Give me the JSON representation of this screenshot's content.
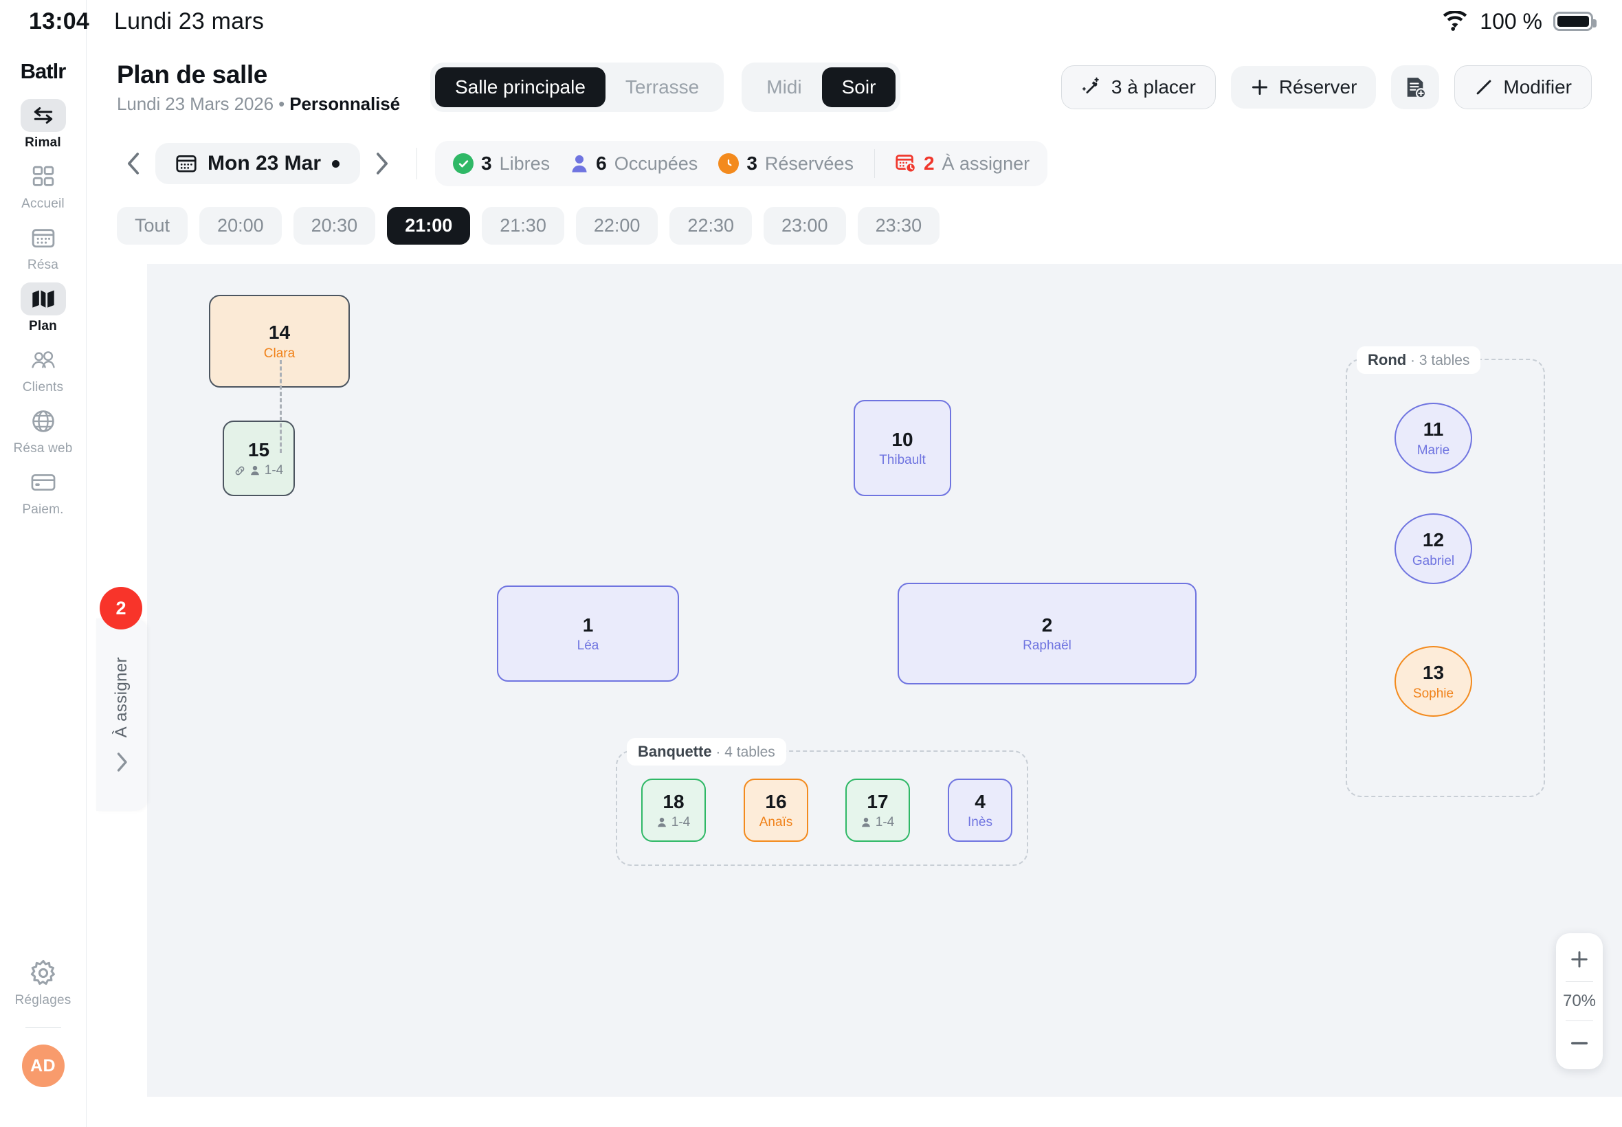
{
  "statusbar": {
    "time": "13:04",
    "date": "Lundi 23 mars",
    "battery_pct": "100 %",
    "wifi_icon": "wifi-icon",
    "battery_icon": "battery-full-icon"
  },
  "sidebar": {
    "logo": "Batlr",
    "items": [
      {
        "label": "Rimal",
        "icon": "switch-arrows-icon",
        "active": true
      },
      {
        "label": "Accueil",
        "icon": "grid-icon",
        "active": false
      },
      {
        "label": "Résa",
        "icon": "calendar-icon",
        "active": false
      },
      {
        "label": "Plan",
        "icon": "map-icon",
        "active": true
      },
      {
        "label": "Clients",
        "icon": "people-icon",
        "active": false
      },
      {
        "label": "Résa web",
        "icon": "globe-icon",
        "active": false
      },
      {
        "label": "Paiem.",
        "icon": "credit-card-icon",
        "active": false
      }
    ],
    "settings": {
      "label": "Réglages",
      "icon": "gear-icon"
    },
    "avatar": "AD",
    "avatar_color": "#f89b6c"
  },
  "header": {
    "title": "Plan de salle",
    "subtitle_date": "Lundi 23 Mars 2026 ",
    "subtitle_sep": "• ",
    "subtitle_mode": "Personnalisé",
    "room_tabs": [
      {
        "label": "Salle principale",
        "active": true
      },
      {
        "label": "Terrasse",
        "active": false
      }
    ],
    "service_tabs": [
      {
        "label": "Midi",
        "active": false
      },
      {
        "label": "Soir",
        "active": true
      }
    ],
    "actions": {
      "place_label": "3 à placer",
      "place_icon": "magic-wand-icon",
      "reserve_label": "Réserver",
      "reserve_icon": "plus-icon",
      "note_icon": "document-add-icon",
      "edit_label": "Modifier",
      "edit_icon": "pencil-icon"
    }
  },
  "subheader": {
    "prev_icon": "chevron-left-icon",
    "next_icon": "chevron-right-icon",
    "date_label": "Mon 23 Mar",
    "date_icon": "calendar-icon",
    "stats": [
      {
        "count": "3",
        "label": "Libres",
        "icon": "check-circle-icon",
        "color": "#2fb866"
      },
      {
        "count": "6",
        "label": "Occupées",
        "icon": "person-icon",
        "color": "#6f74e0"
      },
      {
        "count": "3",
        "label": "Réservées",
        "icon": "clock-icon",
        "color": "#f38a1d"
      }
    ],
    "assign_stat": {
      "count": "2",
      "label": "À assigner",
      "icon": "calendar-alert-icon",
      "color": "#f0372c"
    }
  },
  "time_filter": {
    "chips": [
      {
        "label": "Tout",
        "active": false
      },
      {
        "label": "20:00",
        "active": false
      },
      {
        "label": "20:30",
        "active": false
      },
      {
        "label": "21:00",
        "active": true
      },
      {
        "label": "21:30",
        "active": false
      },
      {
        "label": "22:00",
        "active": false
      },
      {
        "label": "22:30",
        "active": false
      },
      {
        "label": "23:00",
        "active": false
      },
      {
        "label": "23:30",
        "active": false
      }
    ]
  },
  "assign_panel": {
    "badge": "2",
    "label": "À assigner",
    "chevron_icon": "chevron-right-icon"
  },
  "floorplan": {
    "tables": [
      {
        "number": "14",
        "guest": "Clara",
        "capacity": "",
        "status": "reserved-selected",
        "linked": false
      },
      {
        "number": "15",
        "guest": "",
        "capacity": "1-4",
        "status": "free-selected",
        "linked": true
      },
      {
        "number": "1",
        "guest": "Léa",
        "capacity": "",
        "status": "occupied",
        "linked": false
      },
      {
        "number": "2",
        "guest": "Raphaël",
        "capacity": "",
        "status": "occupied",
        "linked": false
      },
      {
        "number": "10",
        "guest": "Thibault",
        "capacity": "",
        "status": "occupied",
        "linked": false
      },
      {
        "number": "18",
        "guest": "",
        "capacity": "1-4",
        "status": "free",
        "linked": false
      },
      {
        "number": "16",
        "guest": "Anaïs",
        "capacity": "",
        "status": "reserved",
        "linked": false
      },
      {
        "number": "17",
        "guest": "",
        "capacity": "1-4",
        "status": "free",
        "linked": false
      },
      {
        "number": "4",
        "guest": "Inès",
        "capacity": "",
        "status": "occupied",
        "linked": false
      },
      {
        "number": "11",
        "guest": "Marie",
        "capacity": "",
        "status": "occupied",
        "linked": false
      },
      {
        "number": "12",
        "guest": "Gabriel",
        "capacity": "",
        "status": "occupied",
        "linked": false
      },
      {
        "number": "13",
        "guest": "Sophie",
        "capacity": "",
        "status": "reserved",
        "linked": false
      }
    ],
    "groups": [
      {
        "name": "Banquette",
        "count": "· 4 tables"
      },
      {
        "name": "Rond",
        "count": "· 3 tables"
      }
    ],
    "zoom": {
      "level": "70%",
      "in_icon": "plus-icon",
      "out_icon": "minus-icon"
    }
  },
  "colors": {
    "free": "#2fb866",
    "occupied": "#6f74e0",
    "reserved": "#f38a1d",
    "alert": "#f0372c",
    "dark": "#14181d",
    "canvas": "#f2f4f7"
  }
}
